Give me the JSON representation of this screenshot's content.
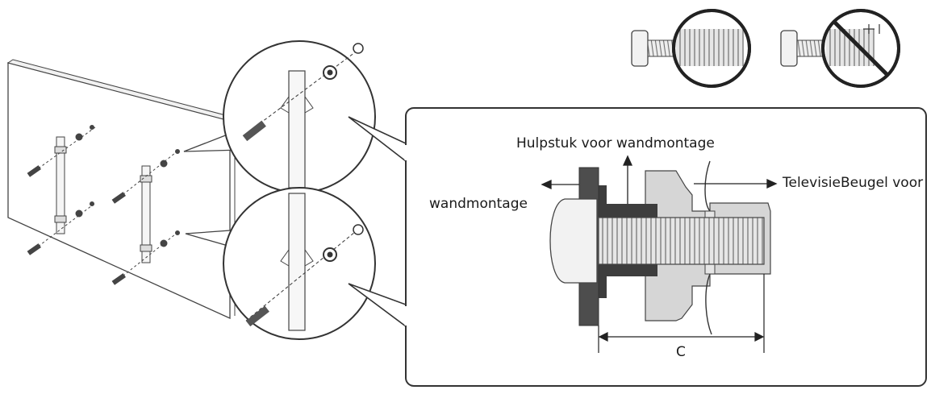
{
  "labels": {
    "adapter": "Hulpstuk voor wandmontage",
    "tv": "TelevisieBeugel voor",
    "wall": "wandmontage",
    "dimension": "C"
  },
  "colors": {
    "line": "#333333",
    "dark_part": "#4a4a4a",
    "light_part": "#d9d9d9",
    "screw": "#cfcfcf"
  },
  "icons": {
    "ok": "screw-correct-icon",
    "no": "screw-incorrect-icon"
  }
}
